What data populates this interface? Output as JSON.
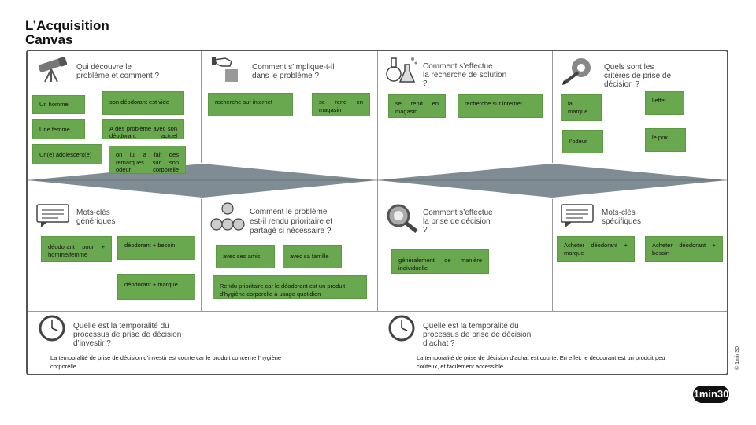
{
  "title_line1": "L’Acquisition",
  "title_line2": "Canvas",
  "sections": {
    "q1": {
      "question": "Qui découvre le\nproblème  et comment ?",
      "icon": "telescope-icon"
    },
    "q2": {
      "question": "Comment s’implique-t-il\ndans le problème ?",
      "icon": "hand-card-icon"
    },
    "q3": {
      "question": "Comment s’effectue\nla recherche de solution\n?",
      "icon": "lab-flask-icon"
    },
    "q4": {
      "question": "Quels sont les\ncritères  de prise de\ndécision ?",
      "icon": "gear-pencil-icon"
    },
    "q5": {
      "question": "Mots-clés\ngénériques",
      "icon": "speech-bubble-icon"
    },
    "q6": {
      "question": "Comment le problème\nest-il rendu prioritaire et\npartagé  si nécessaire ?",
      "icon": "people-network-icon"
    },
    "q7": {
      "question": "Comment s’effectue\nla prise de décision\n?",
      "icon": "magnifier-icon"
    },
    "q8": {
      "question": "Mots-clés\nspécifiques",
      "icon": "speech-bubble-icon"
    },
    "q9": {
      "question": "Quelle est la temporalité du\nprocessus  de prise de décision\nd’investir ?",
      "icon": "clock-icon",
      "answer": "La temporalité de prise de décision d’investir est courte car le produit concerne l’hygiène\ncorporelle."
    },
    "q10": {
      "question": "Quelle est la temporalité du\nprocessus  de prise de décision\nd’achat ?",
      "icon": "clock-icon",
      "answer": "La temporalité de prise de décision d’achat est courte. En effet, le déodorant est un produit peu\ncoûteux, et facilement accessible."
    }
  },
  "notes": {
    "n1": "Un homme",
    "n2": "son déodorant est vide",
    "n3": "Une femme",
    "n4": "A des problème avec son déodorant actuel",
    "n5": "Un(e) adolescent(e)",
    "n6": "on lui a fait des remarques sur son odeur corporelle",
    "n7": "recherche sur internet",
    "n8": "se rend en magasin",
    "n9": "se rend en magasin",
    "n10": "recherche sur internet",
    "n11": "la\nmarque",
    "n12": "l’effet",
    "n13": "l’odeur",
    "n14": "le prix",
    "n15": "déodorant pour + homme/femme",
    "n16": "déodorant + besoin",
    "n17": "déodorant + marque",
    "n18": "avec ses amis",
    "n19": "avec sa famille",
    "n20": "Rendu prioritaire car le déodorant est un produit d’hygiène corporelle à usage quotidien",
    "n21": "généralement de manière individuelle",
    "n22": "Acheter déodorant + marque",
    "n23": "Acheter déodorant + besoin"
  },
  "colors": {
    "note_green": "#6aa84f",
    "diamond_gray": "#7f8c93",
    "border": "#555555"
  },
  "copyright": "© 1min30",
  "logo_text": "1min30"
}
